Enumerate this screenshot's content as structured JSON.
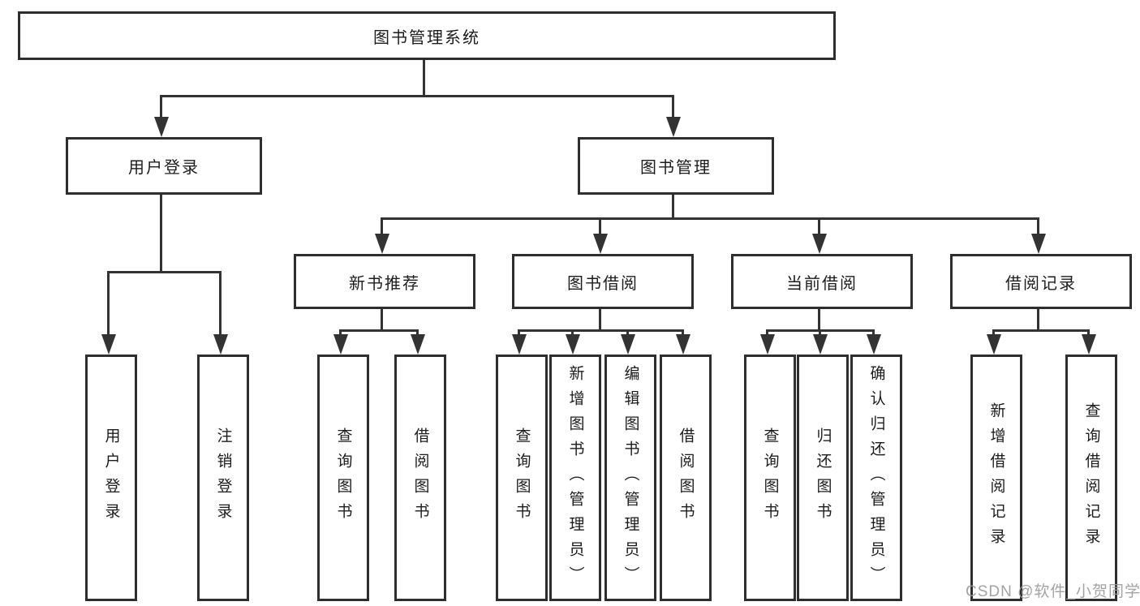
{
  "diagram": {
    "root_label": "图书管理系统",
    "groups": [
      {
        "label": "用户登录",
        "children": [
          {
            "label": "用户登录"
          },
          {
            "label": "注销登录"
          }
        ]
      },
      {
        "label": "图书管理",
        "sections": [
          {
            "label": "新书推荐",
            "children": [
              {
                "label": "查询图书"
              },
              {
                "label": "借阅图书"
              }
            ]
          },
          {
            "label": "图书借阅",
            "children": [
              {
                "label": "查询图书"
              },
              {
                "label": "新增图书（管理员）"
              },
              {
                "label": "编辑图书（管理员）"
              },
              {
                "label": "借阅图书"
              }
            ]
          },
          {
            "label": "当前借阅",
            "children": [
              {
                "label": "查询图书"
              },
              {
                "label": "归还图书"
              },
              {
                "label": "确认归还（管理员）"
              }
            ]
          },
          {
            "label": "借阅记录",
            "children": [
              {
                "label": "新增借阅记录"
              },
              {
                "label": "查询借阅记录"
              }
            ]
          }
        ]
      }
    ],
    "watermark": "CSDN @软件_小贺同学",
    "colors": {
      "box_border": "#2e2e2e",
      "connector": "#333333",
      "text": "#1c1c1c",
      "watermark": "#9b9b9b",
      "background": "#ffffff"
    }
  }
}
